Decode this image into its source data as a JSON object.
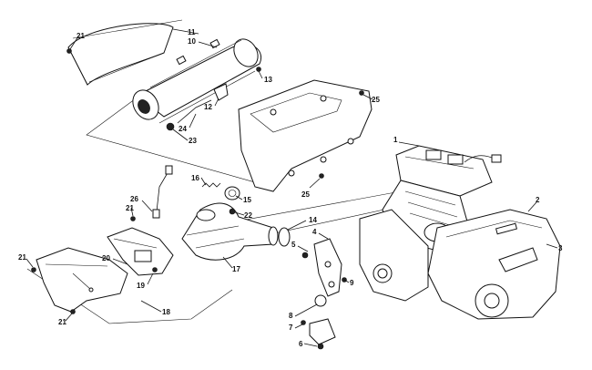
{
  "diagram": {
    "callouts": {
      "c1": "1",
      "c2": "2",
      "c3": "3",
      "c4": "4",
      "c5": "5",
      "c6": "6",
      "c7": "7",
      "c8": "8",
      "c9": "9",
      "c10": "10",
      "c11": "11",
      "c12": "12",
      "c13": "13",
      "c14": "14",
      "c15": "15",
      "c16": "16",
      "c17": "17",
      "c18": "18",
      "c19": "19",
      "c20": "20",
      "c21": "21",
      "c22": "22",
      "c23": "23",
      "c24": "24",
      "c25": "25",
      "c26": "26"
    }
  }
}
